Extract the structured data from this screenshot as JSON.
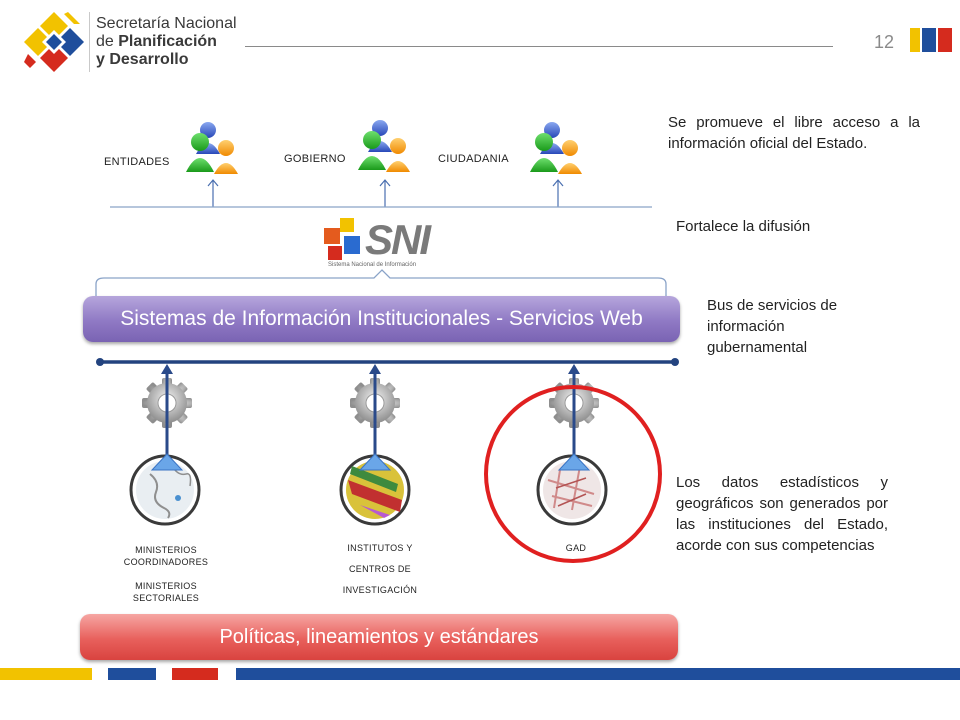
{
  "header": {
    "org_line1": "Secretaría Nacional",
    "org_line2_prefix": "de",
    "org_line2_bold": "Planificación",
    "org_line3": "y Desarrollo",
    "page_number": "12"
  },
  "consumers": [
    {
      "label": "ENTIDADES"
    },
    {
      "label": "GOBIERNO"
    },
    {
      "label": "CIUDADANIA"
    }
  ],
  "sni_logo": {
    "text": "SNI",
    "subtitle": "Sistema Nacional de Información"
  },
  "notes": {
    "libre_acceso": "Se promueve el libre acceso a la información oficial del Estado.",
    "difusion": "Fortalece la difusión",
    "bus": "Bus de servicios de información gubernamental",
    "datos": "Los datos estadísticos y geográficos son generados por las instituciones del Estado, acorde con sus competencias"
  },
  "bars": {
    "services": "Sistemas de Información Institucionales - Servicios Web",
    "policies": "Políticas, lineamientos y estándares"
  },
  "sources": [
    {
      "label_a": "MINISTERIOS COORDINADORES",
      "label_b": "MINISTERIOS SECTORIALES"
    },
    {
      "label_a": "INSTITUTOS Y",
      "label_b": "CENTROS DE",
      "label_c": "INVESTIGACIÓN"
    },
    {
      "label_a": "GAD"
    }
  ],
  "colors": {
    "services_bar": "#8f79c4",
    "policies_bar": "#e8605c",
    "bus_line": "#23437f",
    "highlight_circle": "#e02020",
    "flag_yellow": "#f2c200",
    "flag_blue": "#1f4e9c",
    "flag_red": "#d52b1e"
  }
}
